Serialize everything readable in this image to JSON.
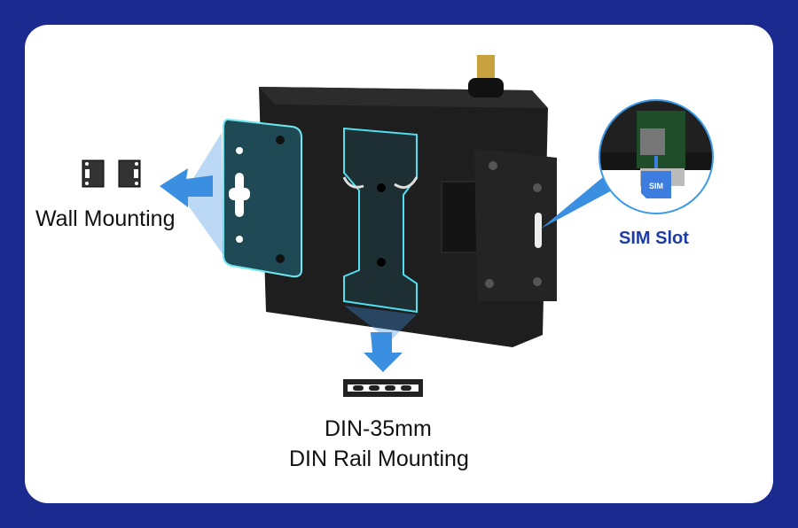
{
  "labels": {
    "wall": "Wall Mounting",
    "din_line1": "DIN-35mm",
    "din_line2": "DIN Rail Mounting",
    "sim_slot": "SIM Slot",
    "sim_card": "SIM"
  },
  "colors": {
    "frame": "#1b2a8e",
    "accent": "#3b8fe0",
    "sim_label": "#1c3ca8",
    "highlight": "#4fe0f0"
  }
}
